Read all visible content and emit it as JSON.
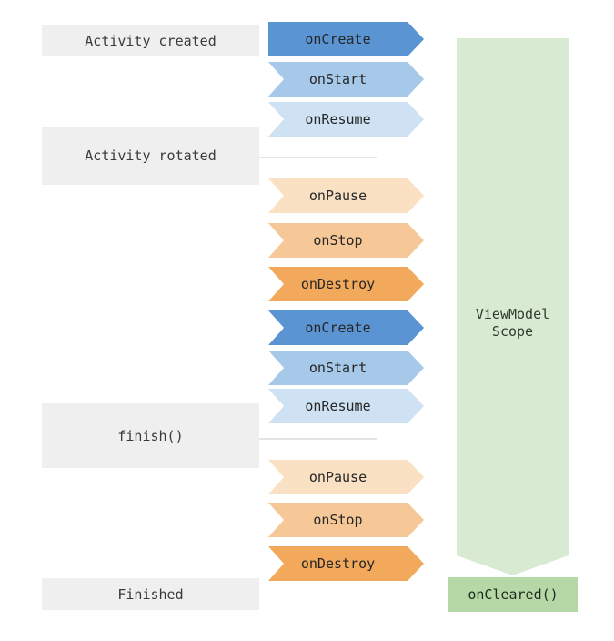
{
  "stages": [
    {
      "label": "Activity created"
    },
    {
      "label": "Activity rotated"
    },
    {
      "label": "finish()"
    },
    {
      "label": "Finished"
    }
  ],
  "arrows": [
    {
      "label": "onCreate",
      "color": "#5b94d3"
    },
    {
      "label": "onStart",
      "color": "#a6c9ea"
    },
    {
      "label": "onResume",
      "color": "#cfe2f3"
    },
    {
      "label": "onPause",
      "color": "#fae1c4"
    },
    {
      "label": "onStop",
      "color": "#f6c897"
    },
    {
      "label": "onDestroy",
      "color": "#f2a95c"
    },
    {
      "label": "onCreate",
      "color": "#5b94d3"
    },
    {
      "label": "onStart",
      "color": "#a6c9ea"
    },
    {
      "label": "onResume",
      "color": "#cfe2f3"
    },
    {
      "label": "onPause",
      "color": "#fae1c4"
    },
    {
      "label": "onStop",
      "color": "#f6c897"
    },
    {
      "label": "onDestroy",
      "color": "#f2a95c"
    }
  ],
  "scope": {
    "label": "ViewModel\nScope",
    "color": "#d9ead3",
    "cleared_label": "onCleared()",
    "cleared_color": "#b5d8a6"
  },
  "colors": {
    "stage_box": "#efefef",
    "connector": "#e4e4e4",
    "text": "#262626"
  }
}
